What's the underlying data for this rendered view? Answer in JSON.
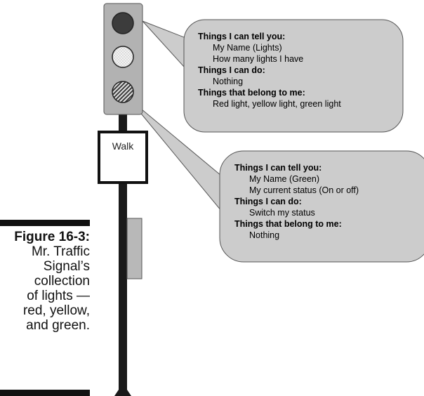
{
  "caption": {
    "figure_label": "Figure 16-3:",
    "text": "Mr. Traffic\nSignal’s\ncollection\nof lights —\nred, yellow,\nand green."
  },
  "walk_sign": {
    "label": "Walk"
  },
  "bubble_signal": {
    "sections": [
      {
        "heading": "Things I can tell you:",
        "items": [
          "My Name (Lights)",
          "How many lights I have"
        ]
      },
      {
        "heading": "Things I can do:",
        "items": [
          "Nothing"
        ]
      },
      {
        "heading": "Things that belong to me:",
        "items": [
          "Red light, yellow light, green light"
        ]
      }
    ]
  },
  "bubble_green": {
    "sections": [
      {
        "heading": "Things I can tell you:",
        "items": [
          "My Name (Green)",
          "My current status (On or off)"
        ]
      },
      {
        "heading": "Things I can do:",
        "items": [
          "Switch my status"
        ]
      },
      {
        "heading": "Things that belong to me:",
        "items": [
          "Nothing"
        ]
      }
    ]
  },
  "colors": {
    "bubble_fill": "#cccccc",
    "housing": "#b2b2b2",
    "pole": "#1a1a1a",
    "red_light": "#3c3c3c",
    "yellow_light": "#f2f2f2",
    "green_light": "#c9c9c9"
  }
}
